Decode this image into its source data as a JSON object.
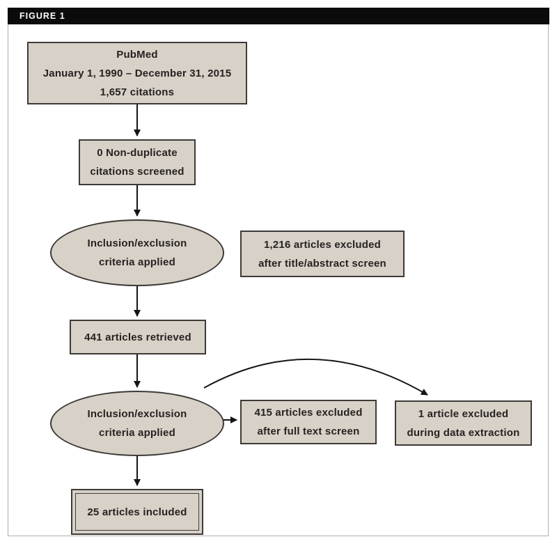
{
  "figure": {
    "header_label": "FIGURE 1"
  },
  "flowchart": {
    "nodes": {
      "pubmed": {
        "shape": "box",
        "lines": [
          "PubMed",
          "January 1, 1990 – December 31, 2015",
          "1,657 citations"
        ]
      },
      "screened": {
        "shape": "box",
        "lines": [
          "0 Non-duplicate",
          "citations screened"
        ]
      },
      "criteria1": {
        "shape": "ellipse",
        "lines": [
          "Inclusion/exclusion",
          "criteria applied"
        ]
      },
      "excluded_title_abstract": {
        "shape": "box",
        "lines": [
          "1,216 articles excluded",
          "after title/abstract screen"
        ]
      },
      "retrieved": {
        "shape": "box",
        "lines": [
          "441 articles retrieved"
        ]
      },
      "criteria2": {
        "shape": "ellipse",
        "lines": [
          "Inclusion/exclusion",
          "criteria applied"
        ]
      },
      "excluded_full_text": {
        "shape": "box",
        "lines": [
          "415 articles excluded",
          "after full text screen"
        ]
      },
      "excluded_data_extraction": {
        "shape": "box",
        "lines": [
          "1 article excluded",
          "during data extraction"
        ]
      },
      "included": {
        "shape": "double-box",
        "lines": [
          "25 articles included"
        ]
      }
    },
    "colors": {
      "node_fill": "#d8d1c8",
      "node_border": "#3d3a37",
      "arrow": "#141414",
      "header_bg": "#0b0b0b",
      "header_text": "#ffffff",
      "text": "#262220",
      "frame_border": "#b3b0ad"
    }
  }
}
